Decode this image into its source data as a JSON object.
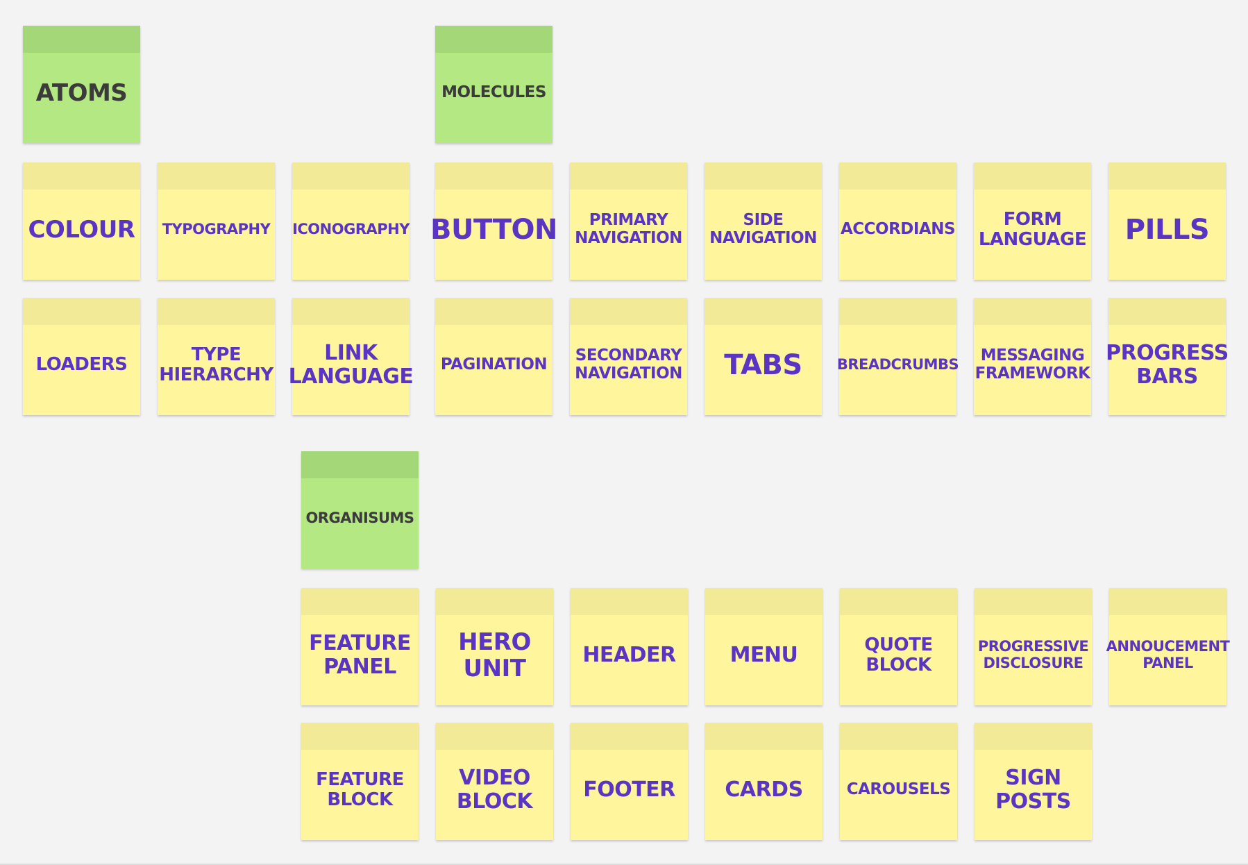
{
  "categories": {
    "atoms": "ATOMS",
    "molecules": "MOLECULES",
    "organisms": "ORGANISUMS"
  },
  "atoms": {
    "colour": "COLOUR",
    "typography": "TYPOGRAPHY",
    "iconography": "ICONOGRAPHY",
    "loaders": "LOADERS",
    "type_hierarchy": "TYPE HIERARCHY",
    "link_language": "LINK LANGUAGE"
  },
  "molecules": {
    "button": "BUTTON",
    "primary_navigation": "PRIMARY NAVIGATION",
    "side_navigation": "SIDE NAVIGATION",
    "accordians": "ACCORDIANS",
    "form_language": "FORM LANGUAGE",
    "pills": "PILLS",
    "pagination": "PAGINATION",
    "secondary_navigation": "SECONDARY NAVIGATION",
    "tabs": "TABS",
    "breadcrumbs": "BREADCRUMBS",
    "messaging_framework": "MESSAGING FRAMEWORK",
    "progress_bars": "PROGRESS BARS"
  },
  "organisms": {
    "feature_panel": "FEATURE PANEL",
    "hero_unit": "HERO UNIT",
    "header": "HEADER",
    "menu": "MENU",
    "quote_block": "QUOTE BLOCK",
    "progressive_disclosure": "PROGRESSIVE DISCLOSURE",
    "annoucement_panel": "ANNOUCEMENT PANEL",
    "feature_block": "FEATURE BLOCK",
    "video_block": "VIDEO BLOCK",
    "footer": "FOOTER",
    "cards": "CARDS",
    "carousels": "CAROUSELS",
    "sign_posts": "SIGN POSTS"
  },
  "colors": {
    "board_background": "#f3f3f3",
    "category_note": "#b4e883",
    "category_band": "#a4d778",
    "item_note": "#fef59d",
    "item_band": "#f3ea98",
    "item_text": "#5a35c4",
    "category_text": "#3b3b3b"
  }
}
